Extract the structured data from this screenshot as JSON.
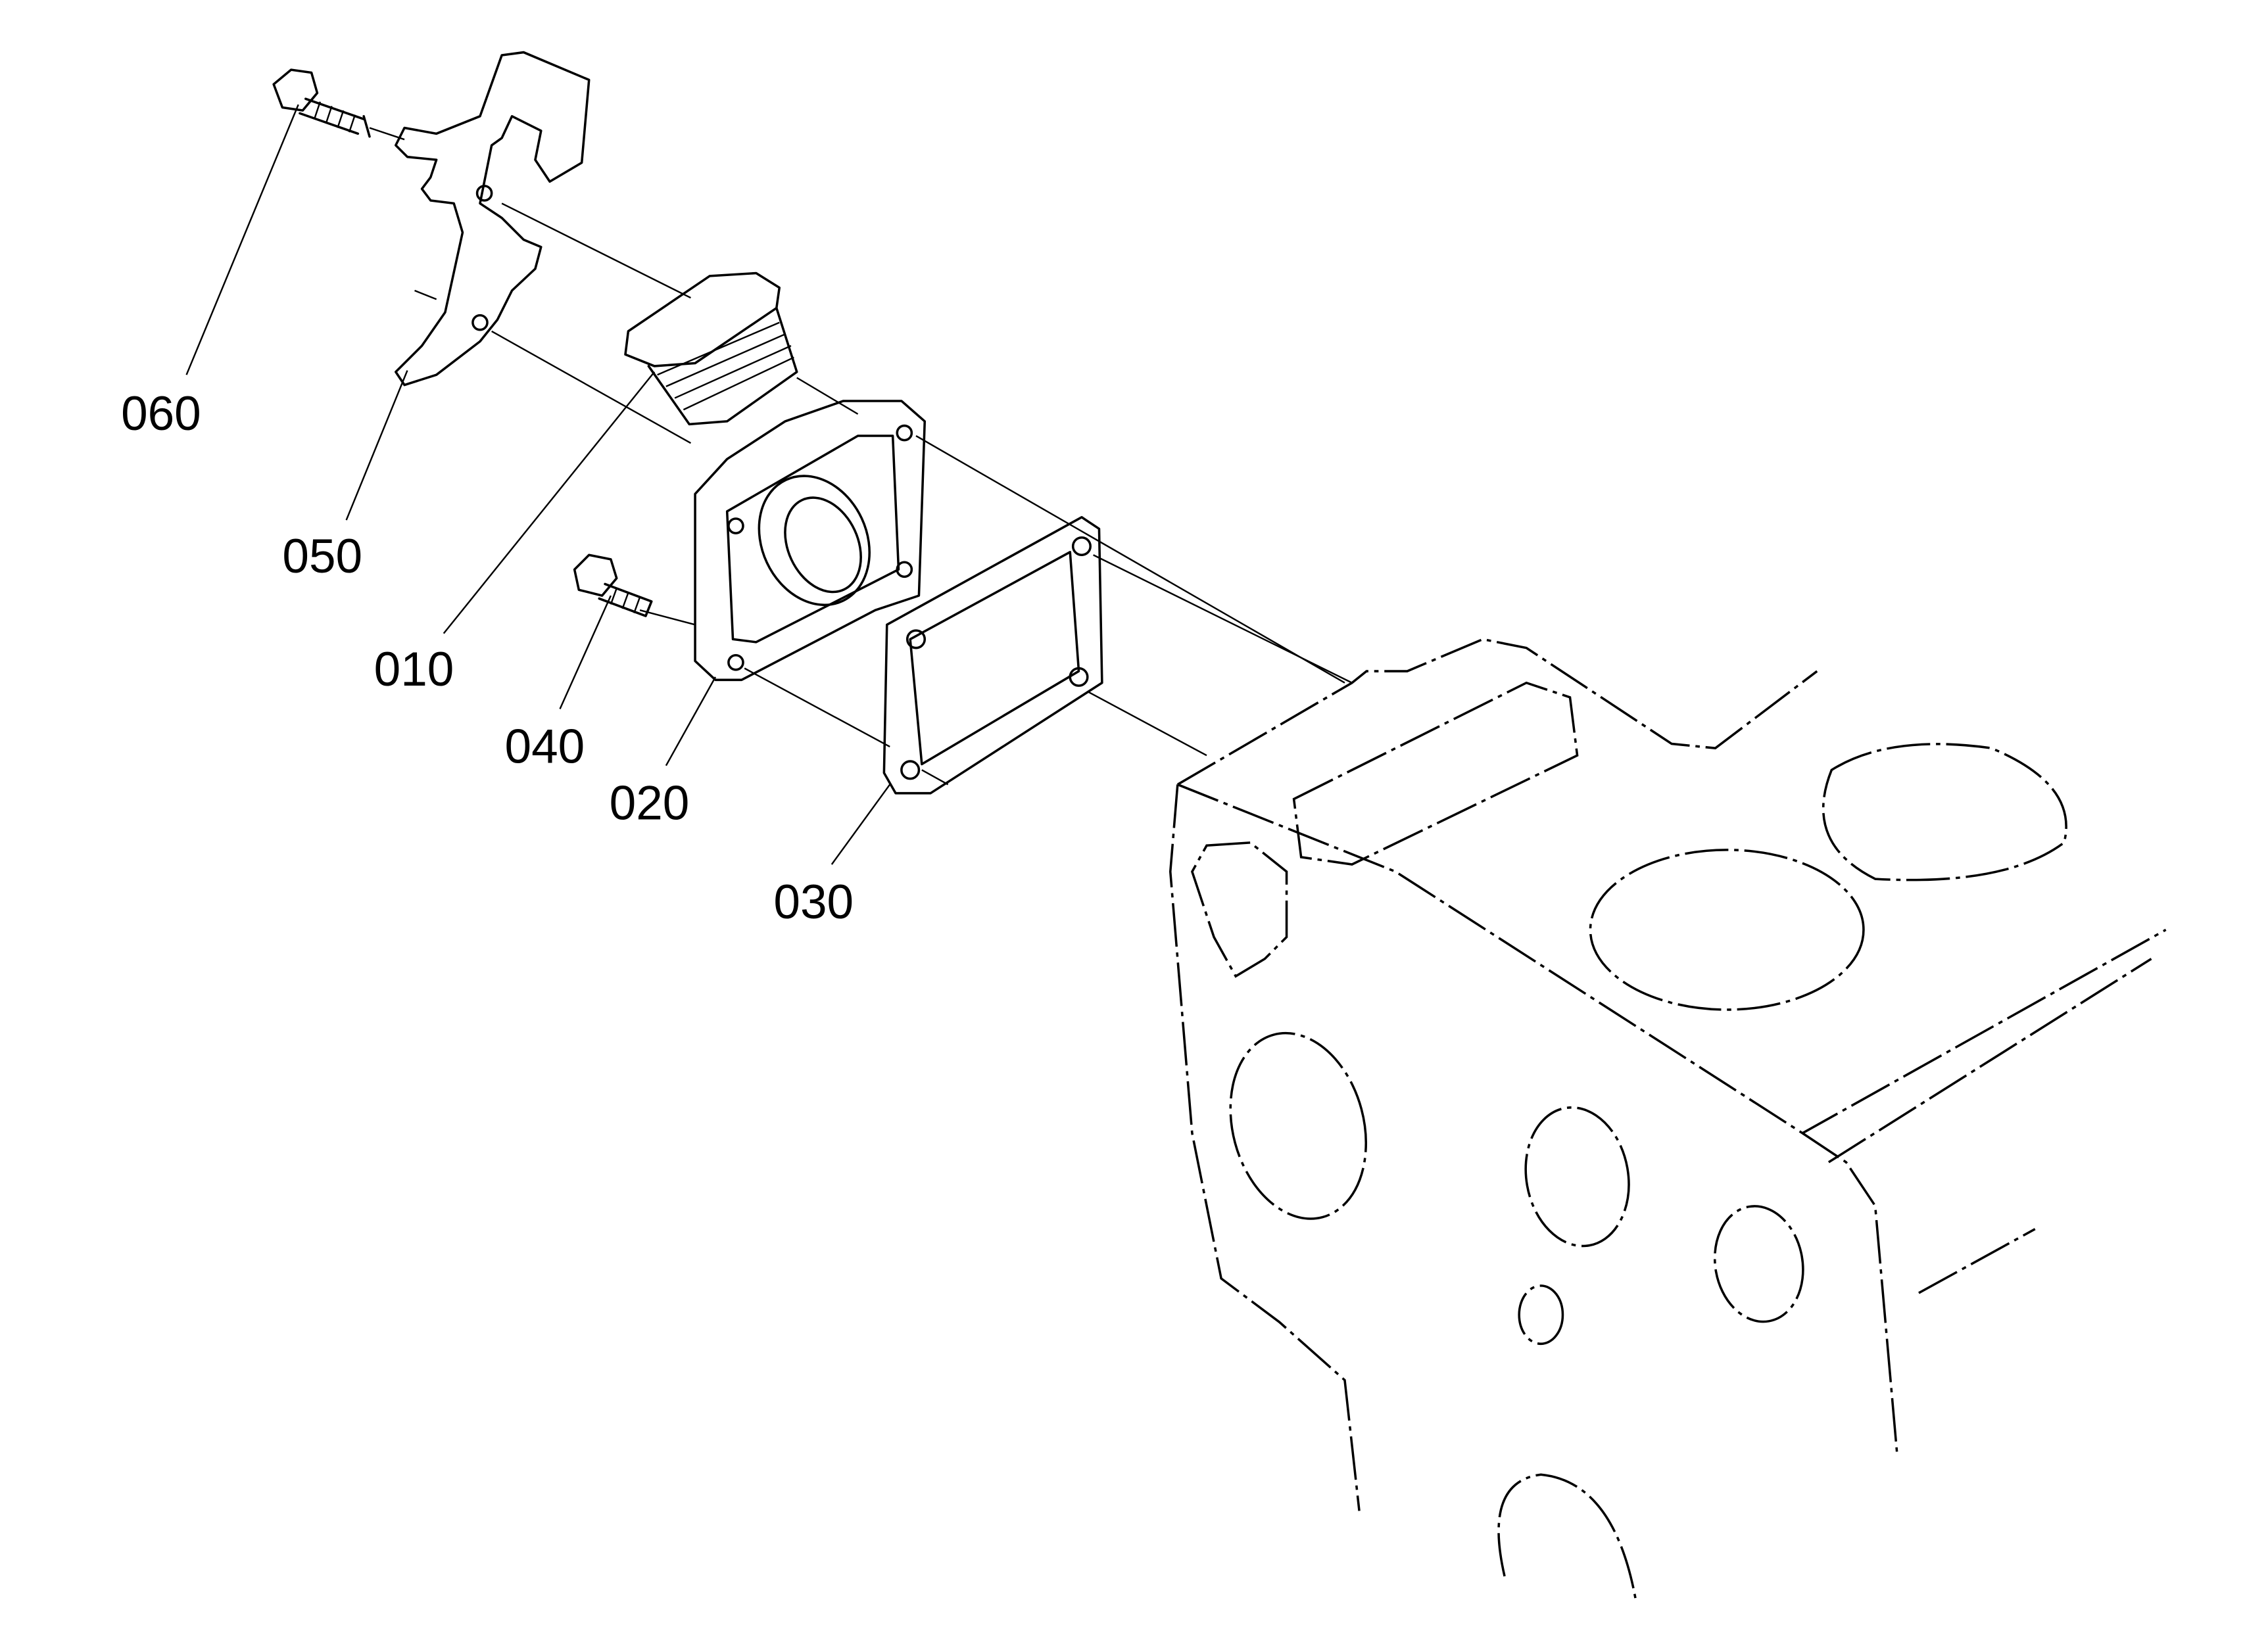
{
  "diagram": {
    "colors": {
      "line": "#000000",
      "background": "#ffffff"
    },
    "callouts": [
      {
        "id": "060",
        "label": "060"
      },
      {
        "id": "050",
        "label": "050"
      },
      {
        "id": "010",
        "label": "010"
      },
      {
        "id": "040",
        "label": "040"
      },
      {
        "id": "020",
        "label": "020"
      },
      {
        "id": "030",
        "label": "030"
      }
    ]
  }
}
